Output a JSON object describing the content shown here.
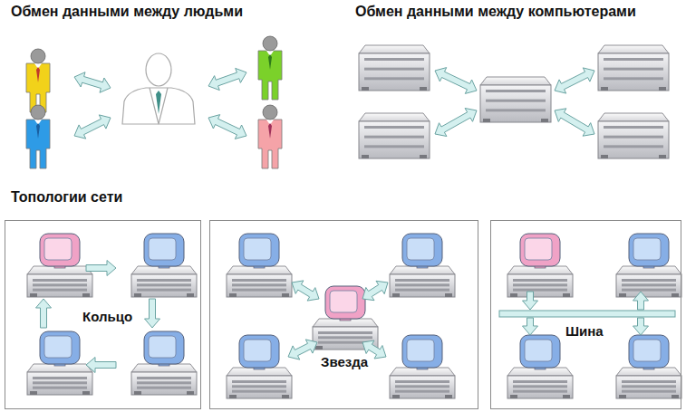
{
  "diagram": {
    "nodes": [
      {
        "text": [
          "Кольцо"
        ]
      },
      {
        "text": [
          "Звезда"
        ]
      },
      {
        "text": [
          "Шина"
        ]
      }
    ],
    "labels": [
      "Обмен данными между людьми",
      "Обмен данными между компьютерами",
      "Топологии сети"
    ]
  }
}
